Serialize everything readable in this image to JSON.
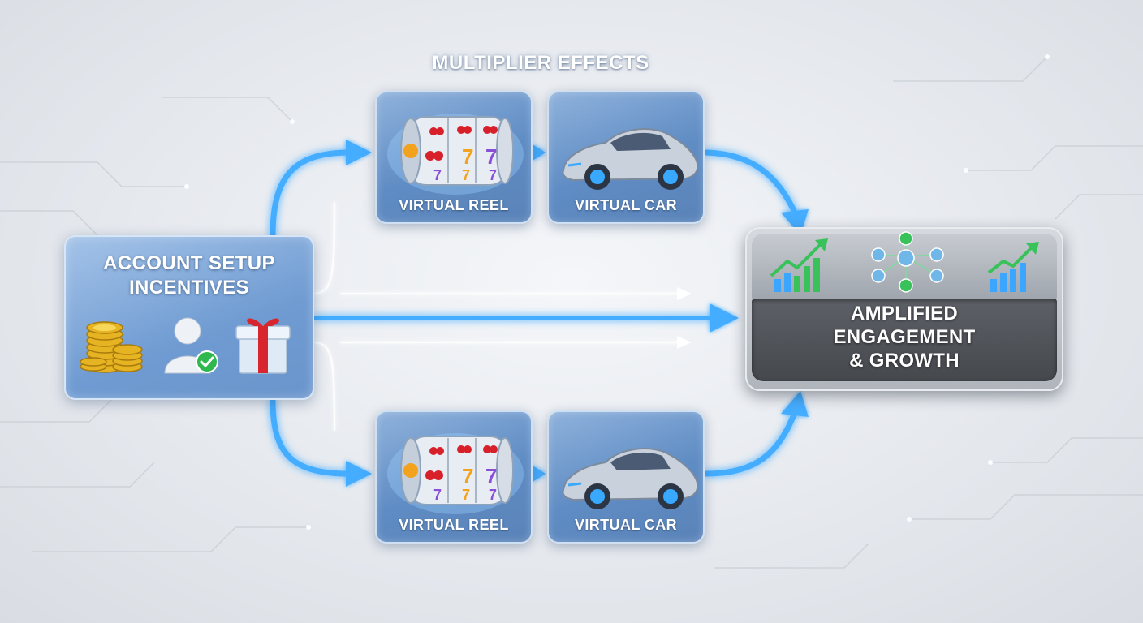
{
  "diagram": {
    "title": "MULTIPLIER EFFECTS",
    "source": {
      "title_line1": "ACCOUNT SETUP",
      "title_line2": "INCENTIVES",
      "icons": [
        "gold-coins-icon",
        "verified-user-icon",
        "gift-box-icon"
      ]
    },
    "top_row": [
      {
        "label": "VIRTUAL REEL",
        "icon": "slot-reel-icon"
      },
      {
        "label": "VIRTUAL CAR",
        "icon": "sports-car-icon"
      }
    ],
    "bottom_row": [
      {
        "label": "VIRTUAL REEL",
        "icon": "slot-reel-icon"
      },
      {
        "label": "VIRTUAL CAR",
        "icon": "sports-car-icon"
      }
    ],
    "result": {
      "title_line1": "AMPLIFIED",
      "title_line2": "ENGAGEMENT",
      "title_line3": "& GROWTH",
      "icons": [
        "growth-chart-icon",
        "network-icon",
        "growth-chart-icon"
      ]
    },
    "colors": {
      "arrow": "#3aa6ff",
      "card": "#5f8cc4",
      "result_body": "#4d5056",
      "growth_green": "#39c15a",
      "cherry_red": "#d8202a",
      "seven_orange": "#f2a21c",
      "seven_purple": "#8a4fd6"
    }
  }
}
